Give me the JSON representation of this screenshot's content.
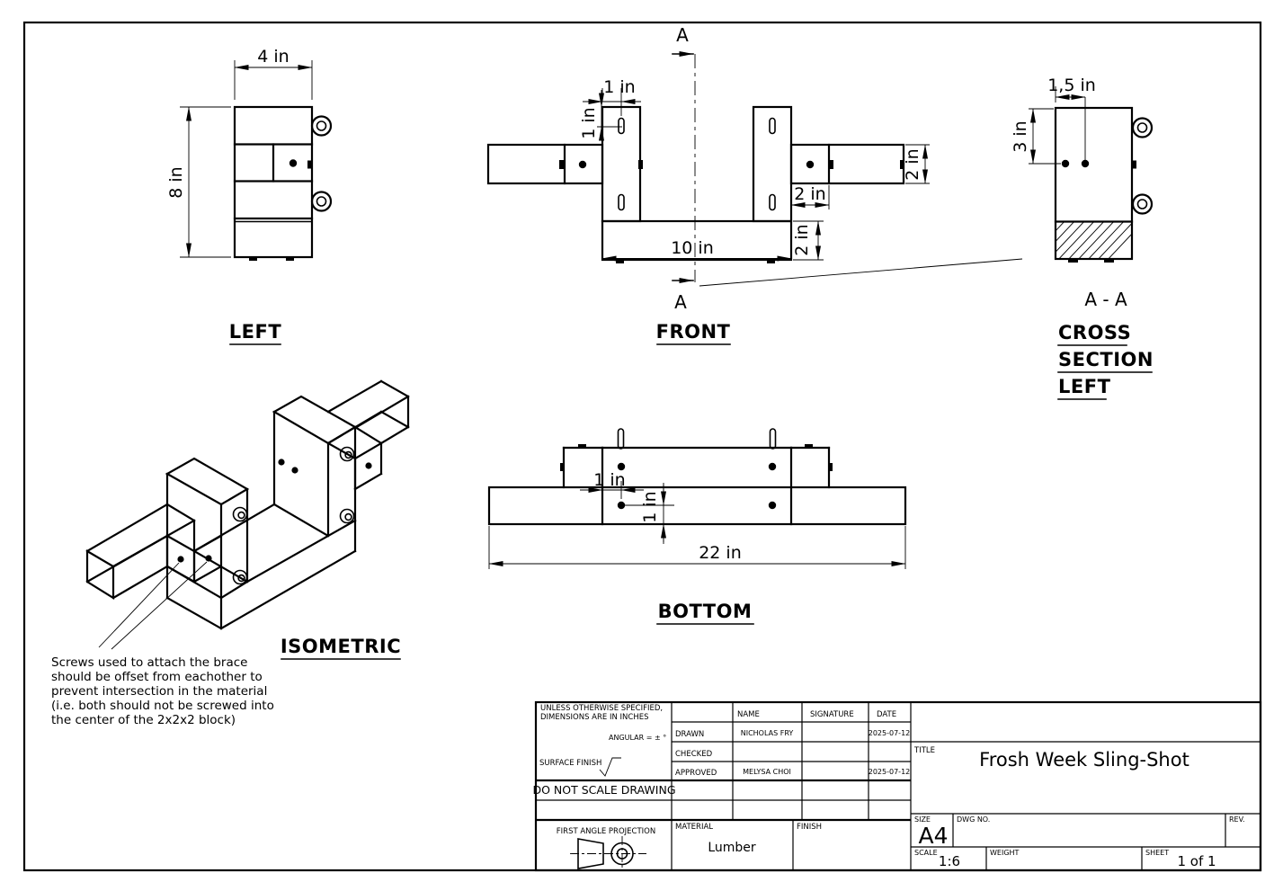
{
  "views": {
    "left": {
      "title": "LEFT",
      "dim_width": "4 in",
      "dim_height": "8 in"
    },
    "front": {
      "title": "FRONT",
      "dim_slot_offset_x": "1 in",
      "dim_slot_offset_y": "1 in",
      "dim_base_length": "10 in",
      "dim_arm_height": "2 in",
      "dim_block_width": "2 in",
      "dim_base_height": "2 in",
      "section_marker_top": "A",
      "section_marker_bottom": "A"
    },
    "cross_section": {
      "title_lines": [
        "CROSS",
        "SECTION",
        "LEFT"
      ],
      "section_label": "A - A",
      "dim_screw_offset": "1,5 in",
      "dim_screw_depth": "3 in"
    },
    "bottom": {
      "title": "BOTTOM",
      "dim_screw_x": "1 in",
      "dim_screw_y": "1 in",
      "dim_total_length": "22 in"
    },
    "isometric": {
      "title": "ISOMETRIC",
      "note_lines": [
        "Screws used to attach the brace",
        "should be offset from eachother to",
        "prevent intersection in the material",
        "(i.e. both should not be screwed into",
        "the center of the 2x2x2 block)"
      ]
    }
  },
  "title_block": {
    "tolerance_note_line1": "UNLESS OTHERWISE SPECIFIED,",
    "tolerance_note_line2": "DIMENSIONS ARE IN INCHES",
    "angular_note": "ANGULAR = ± °",
    "surface_finish_label": "SURFACE FINISH",
    "do_not_scale": "DO NOT SCALE DRAWING",
    "projection_label": "FIRST ANGLE PROJECTION",
    "col_name": "NAME",
    "col_signature": "SIGNATURE",
    "col_date": "DATE",
    "row_drawn": "DRAWN",
    "row_checked": "CHECKED",
    "row_approved": "APPROVED",
    "drawn_name": "NICHOLAS FRY",
    "drawn_date": "2025-07-12",
    "approved_name": "MELYSA CHOI",
    "approved_date": "2025-07-12",
    "material_label": "MATERIAL",
    "material_value": "Lumber",
    "finish_label": "FINISH",
    "title_label": "TITLE",
    "title_value": "Frosh Week Sling-Shot",
    "size_label": "SIZE",
    "size_value": "A4",
    "dwg_label": "DWG NO.",
    "rev_label": "REV.",
    "scale_label": "SCALE",
    "scale_value": "1:6",
    "weight_label": "WEIGHT",
    "sheet_label": "SHEET",
    "sheet_value": "1 of 1"
  }
}
